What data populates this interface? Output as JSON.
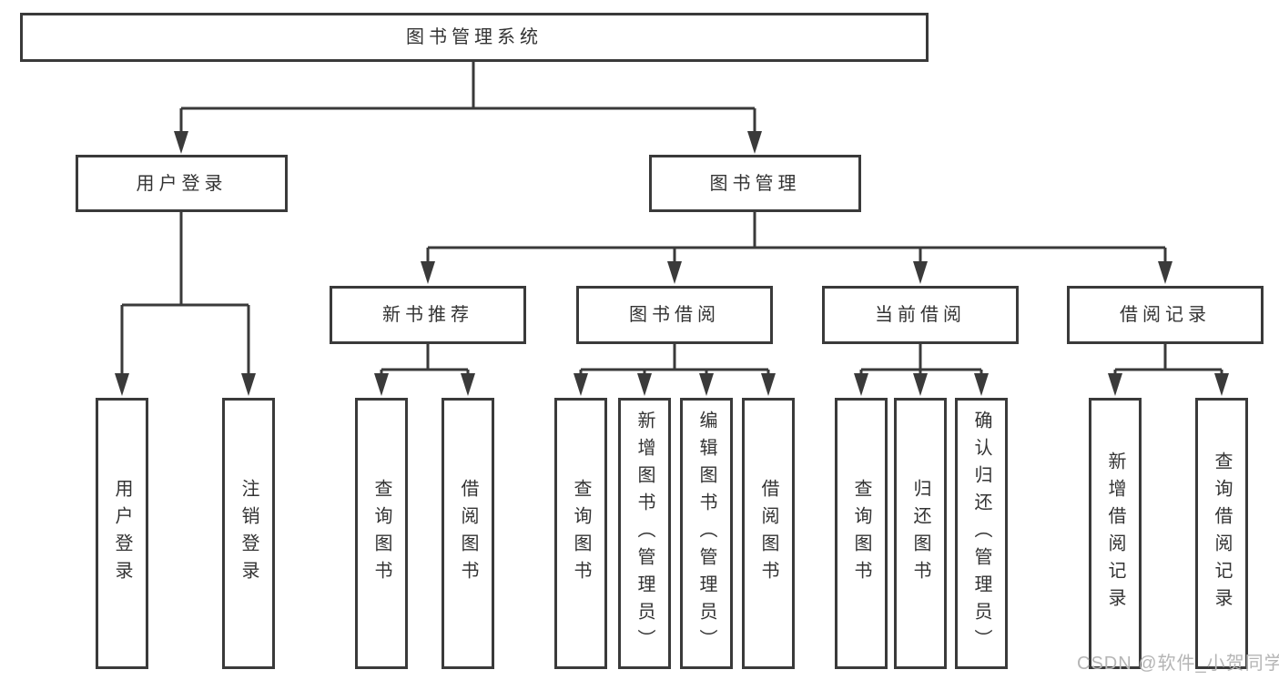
{
  "diagram": {
    "title": "图书管理系统",
    "branches": [
      {
        "label": "用户登录",
        "children": [
          {
            "label": "用户登录"
          },
          {
            "label": "注销登录"
          }
        ]
      },
      {
        "label": "图书管理",
        "children": [
          {
            "label": "新书推荐",
            "children": [
              {
                "label": "查询图书"
              },
              {
                "label": "借阅图书"
              }
            ]
          },
          {
            "label": "图书借阅",
            "children": [
              {
                "label": "查询图书"
              },
              {
                "label": "新增图书（管理员）"
              },
              {
                "label": "编辑图书（管理员）"
              },
              {
                "label": "借阅图书"
              }
            ]
          },
          {
            "label": "当前借阅",
            "children": [
              {
                "label": "查询图书"
              },
              {
                "label": "归还图书"
              },
              {
                "label": "确认归还（管理员）"
              }
            ]
          },
          {
            "label": "借阅记录",
            "children": [
              {
                "label": "新增借阅记录"
              },
              {
                "label": "查询借阅记录"
              }
            ]
          }
        ]
      }
    ]
  },
  "watermark": {
    "text": "CSDN @软件_小贺同学"
  },
  "colors": {
    "line": "#3a3a3a",
    "box_border": "#3a3a3a",
    "text": "#333333",
    "background": "#ffffff",
    "watermark_text": "#b5b5b5"
  }
}
